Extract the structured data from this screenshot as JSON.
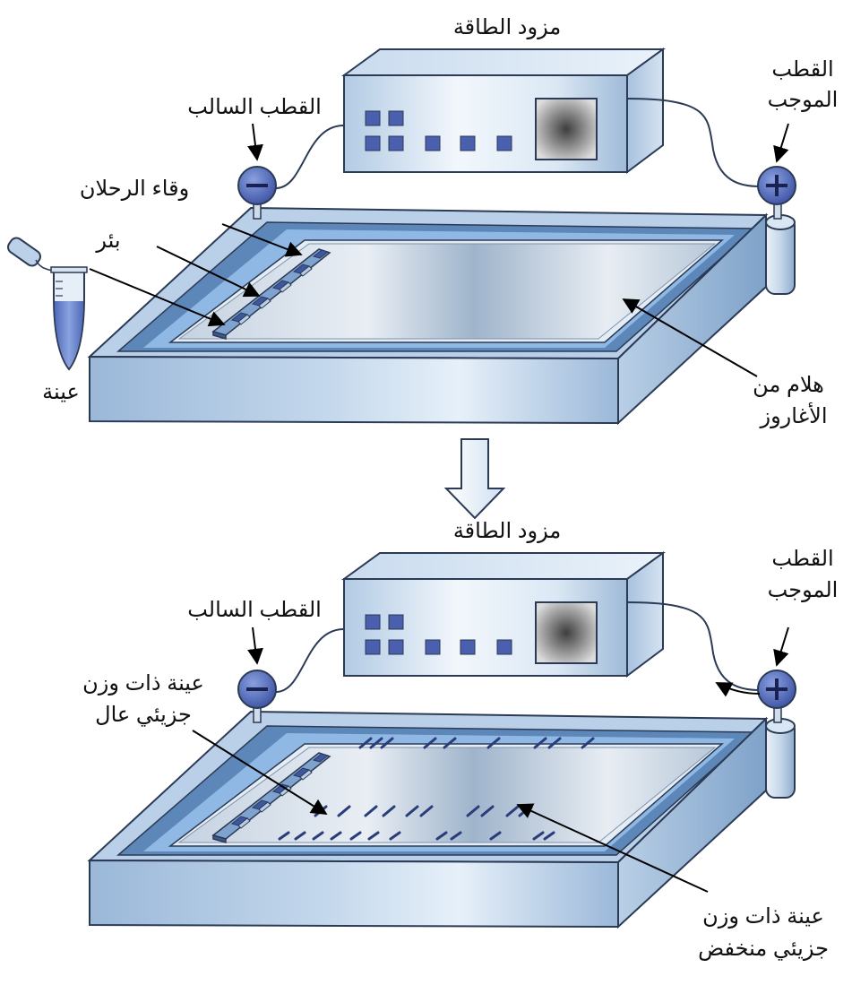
{
  "top_panel": {
    "power_supply_label": "مزود الطاقة",
    "anode_label_line1": "القطب",
    "anode_label_line2": "الموجب",
    "cathode_label": "القطب السالب",
    "buffer_label": "وقاء الرحلان",
    "well_label": "بئر",
    "sample_label": "عينة",
    "gel_label_line1": "هلام من",
    "gel_label_line2": "الأغاروز",
    "anode_symbol": "+",
    "cathode_symbol": "−"
  },
  "bottom_panel": {
    "power_supply_label": "مزود الطاقة",
    "anode_label_line1": "القطب",
    "anode_label_line2": "الموجب",
    "cathode_label": "القطب السالب",
    "high_mw_line1": "عينة ذات وزن",
    "high_mw_line2": "جزيئي عال",
    "low_mw_line1": "عينة ذات وزن",
    "low_mw_line2": "جزيئي منخفض",
    "anode_symbol": "+",
    "cathode_symbol": "−"
  },
  "colors": {
    "outline": "#2b3a55",
    "tank_light": "#dbe9f5",
    "tank_mid": "#a9c4e0",
    "tank_dark": "#5d86b9",
    "buffer": "#8eb8e3",
    "gel": "#c9d5e2",
    "electrode": "#4b63b0",
    "band": "#2a3d7a",
    "sample_liquid": "#6e88cc"
  },
  "icons": {
    "transition": "down-arrow-icon",
    "sample_tube": "test-tube-icon"
  }
}
